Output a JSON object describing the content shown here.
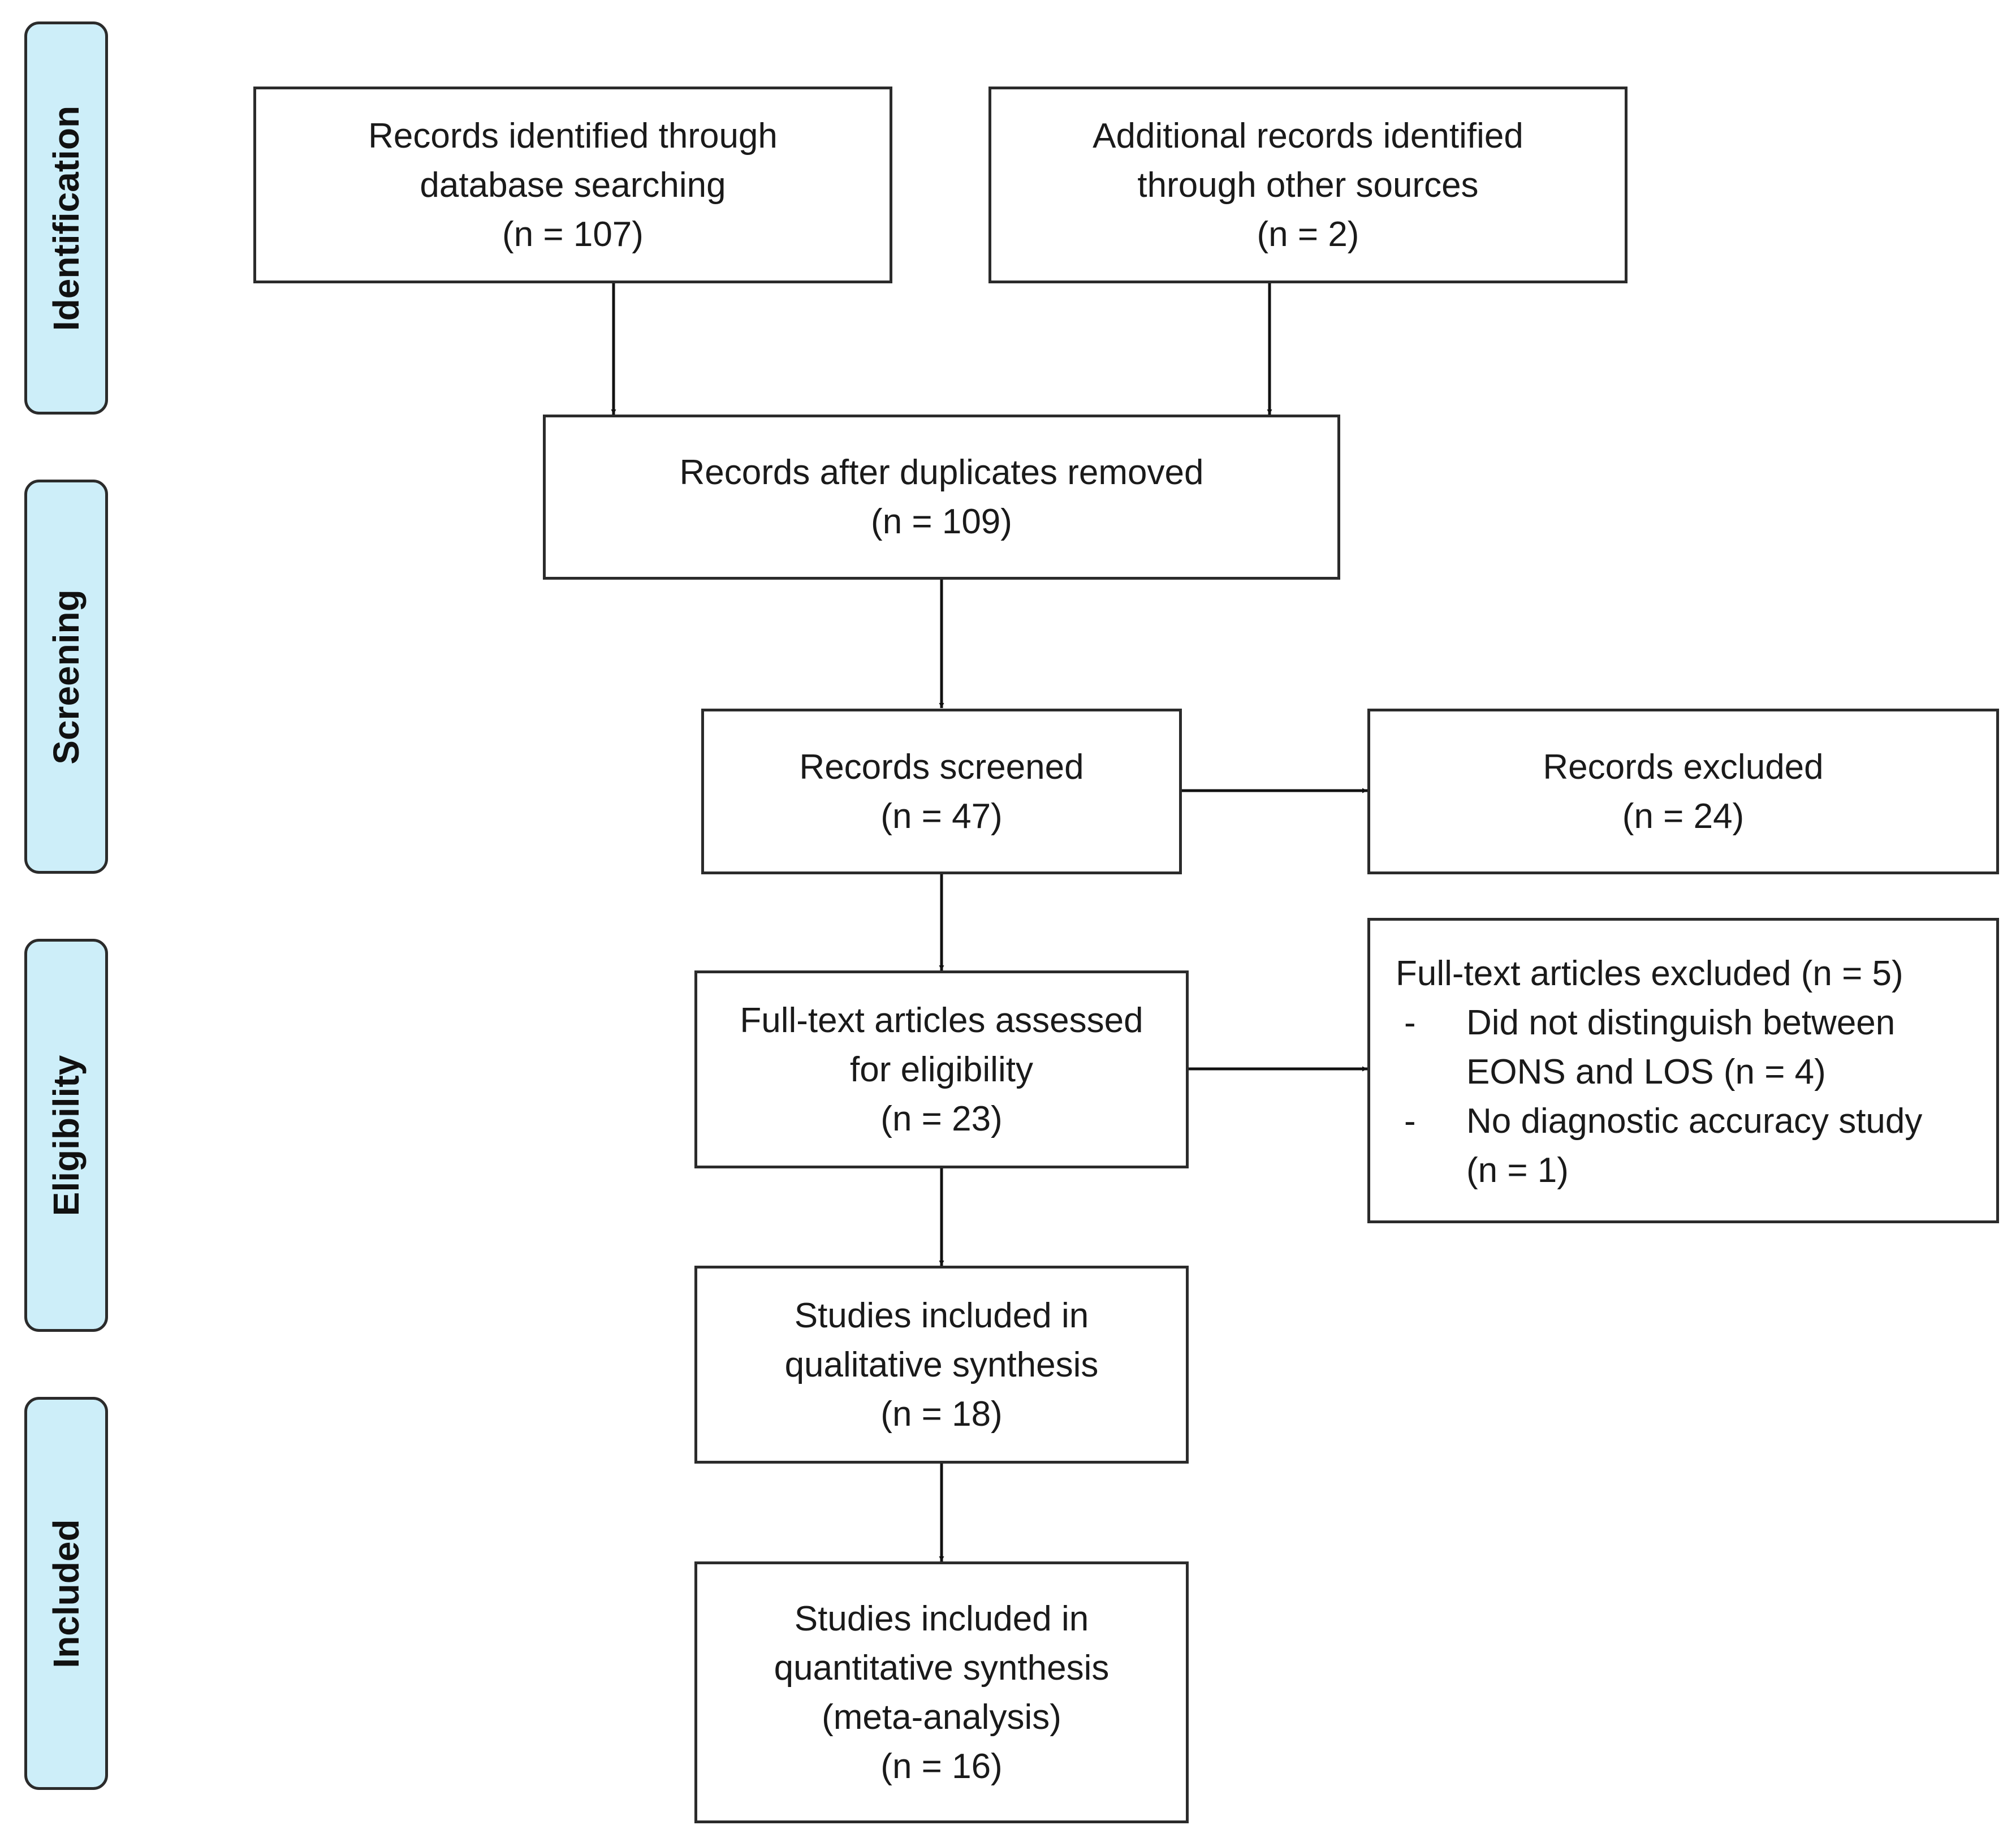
{
  "phases": {
    "identification": "Identification",
    "screening": "Screening",
    "eligibility": "Eligibility",
    "included": "Included"
  },
  "boxes": {
    "db_search": {
      "lines": [
        "Records identified through",
        "database searching",
        "(n = 107)"
      ]
    },
    "other_sources": {
      "lines": [
        "Additional records identified",
        "through other sources",
        "(n = 2)"
      ]
    },
    "duplicates_removed": {
      "lines": [
        "Records after duplicates removed",
        "(n = 109)"
      ]
    },
    "screened": {
      "lines": [
        "Records screened",
        "(n = 47)"
      ]
    },
    "excluded": {
      "lines": [
        "Records excluded",
        "(n = 24)"
      ]
    },
    "fulltext_assessed": {
      "lines": [
        "Full-text articles assessed",
        "for eligibility",
        "(n = 23)"
      ]
    },
    "fulltext_excluded": {
      "title": "Full-text articles excluded (n = 5)",
      "reasons": [
        {
          "dash": "-",
          "line1": "Did not distinguish between",
          "line2": "EONS and LOS (n = 4)"
        },
        {
          "dash": "-",
          "line1": "No diagnostic accuracy study",
          "line2": "(n = 1)"
        }
      ]
    },
    "qualitative": {
      "lines": [
        "Studies included in",
        "qualitative synthesis",
        "(n = 18)"
      ]
    },
    "quantitative": {
      "lines": [
        "Studies included in",
        "quantitative synthesis",
        "(meta-analysis)",
        "(n = 16)"
      ]
    }
  },
  "colors": {
    "phase_fill": "#cdeef9",
    "stroke": "#2b2b2b"
  }
}
